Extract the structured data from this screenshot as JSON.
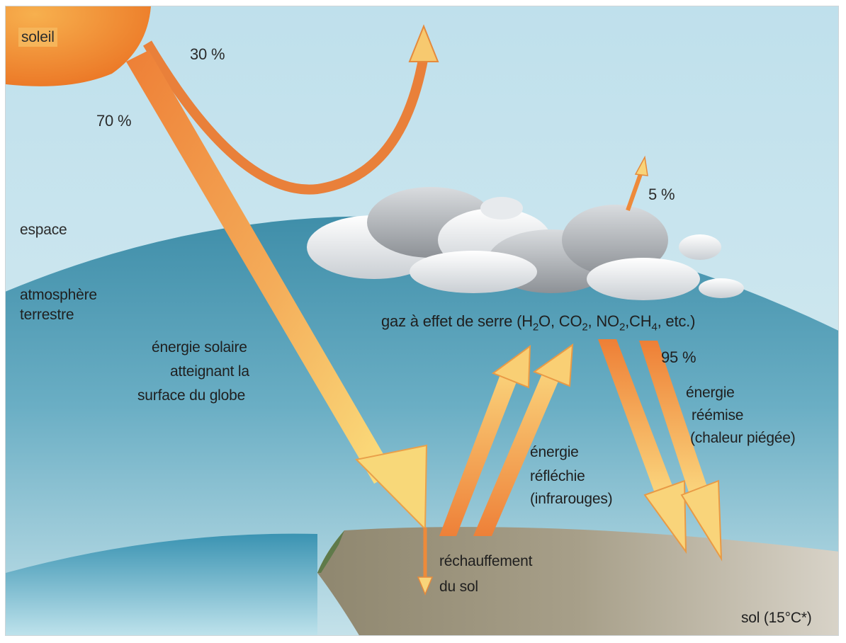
{
  "labels": {
    "sun": "soleil",
    "pct_reflected": "30 %",
    "pct_absorbed": "70 %",
    "space": "espace",
    "atmosphere_line1": "atmosphère",
    "atmosphere_line2": "terrestre",
    "pct_escape": "5 %",
    "solar_energy_line1": "énergie solaire",
    "solar_energy_line2": "atteignant la",
    "solar_energy_line3": "surface du globe",
    "ghg_prefix": "gaz à effet de serre (H",
    "ghg_sub1": "2",
    "ghg_mid1": "O, CO",
    "ghg_sub2": "2",
    "ghg_mid2": ", NO",
    "ghg_sub3": "2",
    "ghg_mid3": ",CH",
    "ghg_sub4": "4",
    "ghg_suffix": ", etc.)",
    "pct_trapped": "95 %",
    "reemitted_line1": "énergie",
    "reemitted_line2": "réémise",
    "reemitted_line3": "(chaleur piégée)",
    "reflected_line1": "énergie",
    "reflected_line2": "réfléchie",
    "reflected_line3": "(infrarouges)",
    "ground_heating_line1": "réchauffement",
    "ground_heating_line2": "du sol",
    "ground": "sol (15°C*)"
  },
  "colors": {
    "sky": "#cfe6ee",
    "atmosphere": "#4b98b3",
    "ground": "#a39a84",
    "sun": "#f08a2e",
    "arrow_orange": "#ef8a3a",
    "arrow_yellow": "#f8d37a"
  }
}
